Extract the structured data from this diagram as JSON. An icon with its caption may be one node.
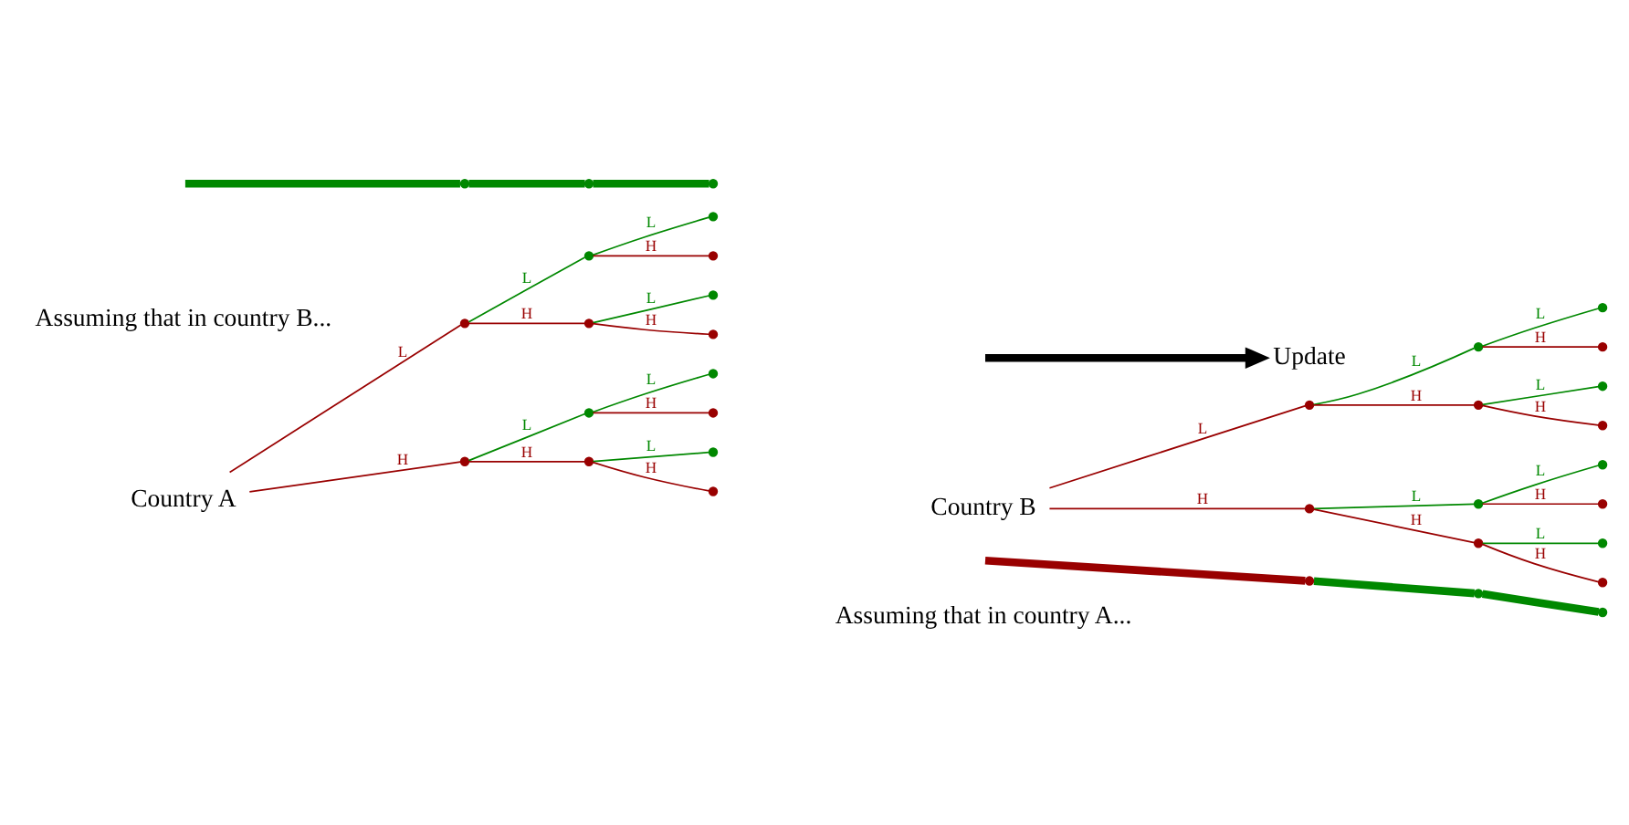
{
  "diagram": {
    "nodes": [
      {
        "text": [
          "Country A"
        ]
      },
      {
        "text": [],
        "shape": "circle"
      },
      {
        "text": [],
        "shape": "circle"
      },
      {
        "text": [],
        "shape": "circle"
      },
      {
        "text": [],
        "shape": "circle"
      },
      {
        "text": [],
        "shape": "circle"
      },
      {
        "text": [],
        "shape": "circle"
      },
      {
        "text": [],
        "shape": "circle"
      },
      {
        "text": [],
        "shape": "circle"
      },
      {
        "text": [],
        "shape": "circle"
      },
      {
        "text": [],
        "shape": "circle"
      },
      {
        "text": [],
        "shape": "circle"
      },
      {
        "text": [],
        "shape": "circle"
      },
      {
        "text": [],
        "shape": "circle"
      },
      {
        "text": [],
        "shape": "circle"
      },
      {
        "text": [
          "Update"
        ]
      },
      {
        "text": [
          "Country B"
        ]
      },
      {
        "text": [],
        "shape": "circle"
      },
      {
        "text": [],
        "shape": "circle"
      },
      {
        "text": [],
        "shape": "circle"
      },
      {
        "text": [],
        "shape": "circle"
      },
      {
        "text": [],
        "shape": "circle"
      },
      {
        "text": [],
        "shape": "circle"
      },
      {
        "text": [],
        "shape": "circle"
      },
      {
        "text": [],
        "shape": "circle"
      },
      {
        "text": [],
        "shape": "circle"
      },
      {
        "text": [],
        "shape": "circle"
      },
      {
        "text": [],
        "shape": "circle"
      },
      {
        "text": [],
        "shape": "circle"
      },
      {
        "text": [],
        "shape": "circle"
      },
      {
        "text": [],
        "shape": "circle"
      },
      {
        "text": [],
        "shape": "circle"
      },
      {
        "text": [],
        "shape": "circle"
      },
      {
        "text": [],
        "shape": "circle"
      },
      {
        "text": [],
        "shape": "circle"
      },
      {
        "text": [],
        "shape": "circle"
      },
      {
        "text": [],
        "shape": "circle"
      }
    ],
    "edges": [
      {
        "from": 0,
        "to": 1,
        "arrow": "none",
        "label": "L"
      },
      {
        "from": 0,
        "to": 2,
        "arrow": "none",
        "label": "H"
      },
      {
        "from": 1,
        "to": 3,
        "arrow": "none",
        "label": "L",
        "color": "#008800"
      },
      {
        "from": 1,
        "to": 4,
        "arrow": "none",
        "label": "H"
      },
      {
        "from": 2,
        "to": 5,
        "arrow": "none",
        "label": "L",
        "color": "#008800"
      },
      {
        "from": 2,
        "to": 6,
        "arrow": "none",
        "label": "H"
      },
      {
        "from": 3,
        "to": 7,
        "arrow": "none",
        "label": "L",
        "color": "#008800"
      },
      {
        "from": 3,
        "to": 8,
        "arrow": "none",
        "label": "H"
      },
      {
        "from": 4,
        "to": 9,
        "arrow": "none",
        "label": "L",
        "color": "#008800"
      },
      {
        "from": 4,
        "to": 10,
        "arrow": "none",
        "label": "H"
      },
      {
        "from": 5,
        "to": 11,
        "arrow": "none",
        "label": "L",
        "color": "#008800"
      },
      {
        "from": 5,
        "to": 12,
        "arrow": "none",
        "label": "H"
      },
      {
        "from": 6,
        "to": 13,
        "arrow": "none",
        "label": "L",
        "color": "#008800"
      },
      {
        "from": 6,
        "to": 14,
        "arrow": "none",
        "label": "H"
      },
      {
        "from": null,
        "to": 15,
        "arrow": "to",
        "style": "thick",
        "color": "#000000"
      },
      {
        "from": 16,
        "to": 17,
        "arrow": "none",
        "label": "L"
      },
      {
        "from": 16,
        "to": 18,
        "arrow": "none",
        "label": "H"
      },
      {
        "from": 17,
        "to": 19,
        "arrow": "none",
        "label": "L",
        "color": "#008800"
      },
      {
        "from": 17,
        "to": 20,
        "arrow": "none",
        "label": "H"
      },
      {
        "from": 18,
        "to": 21,
        "arrow": "none",
        "label": "L",
        "color": "#008800"
      },
      {
        "from": 18,
        "to": 22,
        "arrow": "none",
        "label": "H"
      },
      {
        "from": 19,
        "to": 23,
        "arrow": "none",
        "label": "L",
        "color": "#008800"
      },
      {
        "from": 19,
        "to": 24,
        "arrow": "none",
        "label": "H"
      },
      {
        "from": 20,
        "to": 25,
        "arrow": "none",
        "label": "L",
        "color": "#008800"
      },
      {
        "from": 20,
        "to": 26,
        "arrow": "none",
        "label": "H"
      },
      {
        "from": 21,
        "to": 27,
        "arrow": "none",
        "label": "L",
        "color": "#008800"
      },
      {
        "from": 21,
        "to": 28,
        "arrow": "none",
        "label": "H"
      },
      {
        "from": 22,
        "to": 29,
        "arrow": "none",
        "label": "L",
        "color": "#008800"
      },
      {
        "from": 22,
        "to": 30,
        "arrow": "none",
        "label": "H"
      },
      {
        "from": null,
        "to": 31,
        "arrow": "none",
        "style": "thick",
        "color": "#008800"
      },
      {
        "from": 31,
        "to": 32,
        "arrow": "none",
        "style": "thick",
        "color": "#008800"
      },
      {
        "from": 32,
        "to": 33,
        "arrow": "none",
        "style": "thick",
        "color": "#008800"
      },
      {
        "from": null,
        "to": 34,
        "arrow": "none",
        "style": "thick"
      },
      {
        "from": 34,
        "to": 35,
        "arrow": "none",
        "style": "thick",
        "color": "#008800"
      },
      {
        "from": 35,
        "to": 36,
        "arrow": "none",
        "style": "thick",
        "color": "#008800"
      }
    ],
    "labels": [
      "Assuming that in country B...",
      "Assuming that in country A..."
    ]
  }
}
